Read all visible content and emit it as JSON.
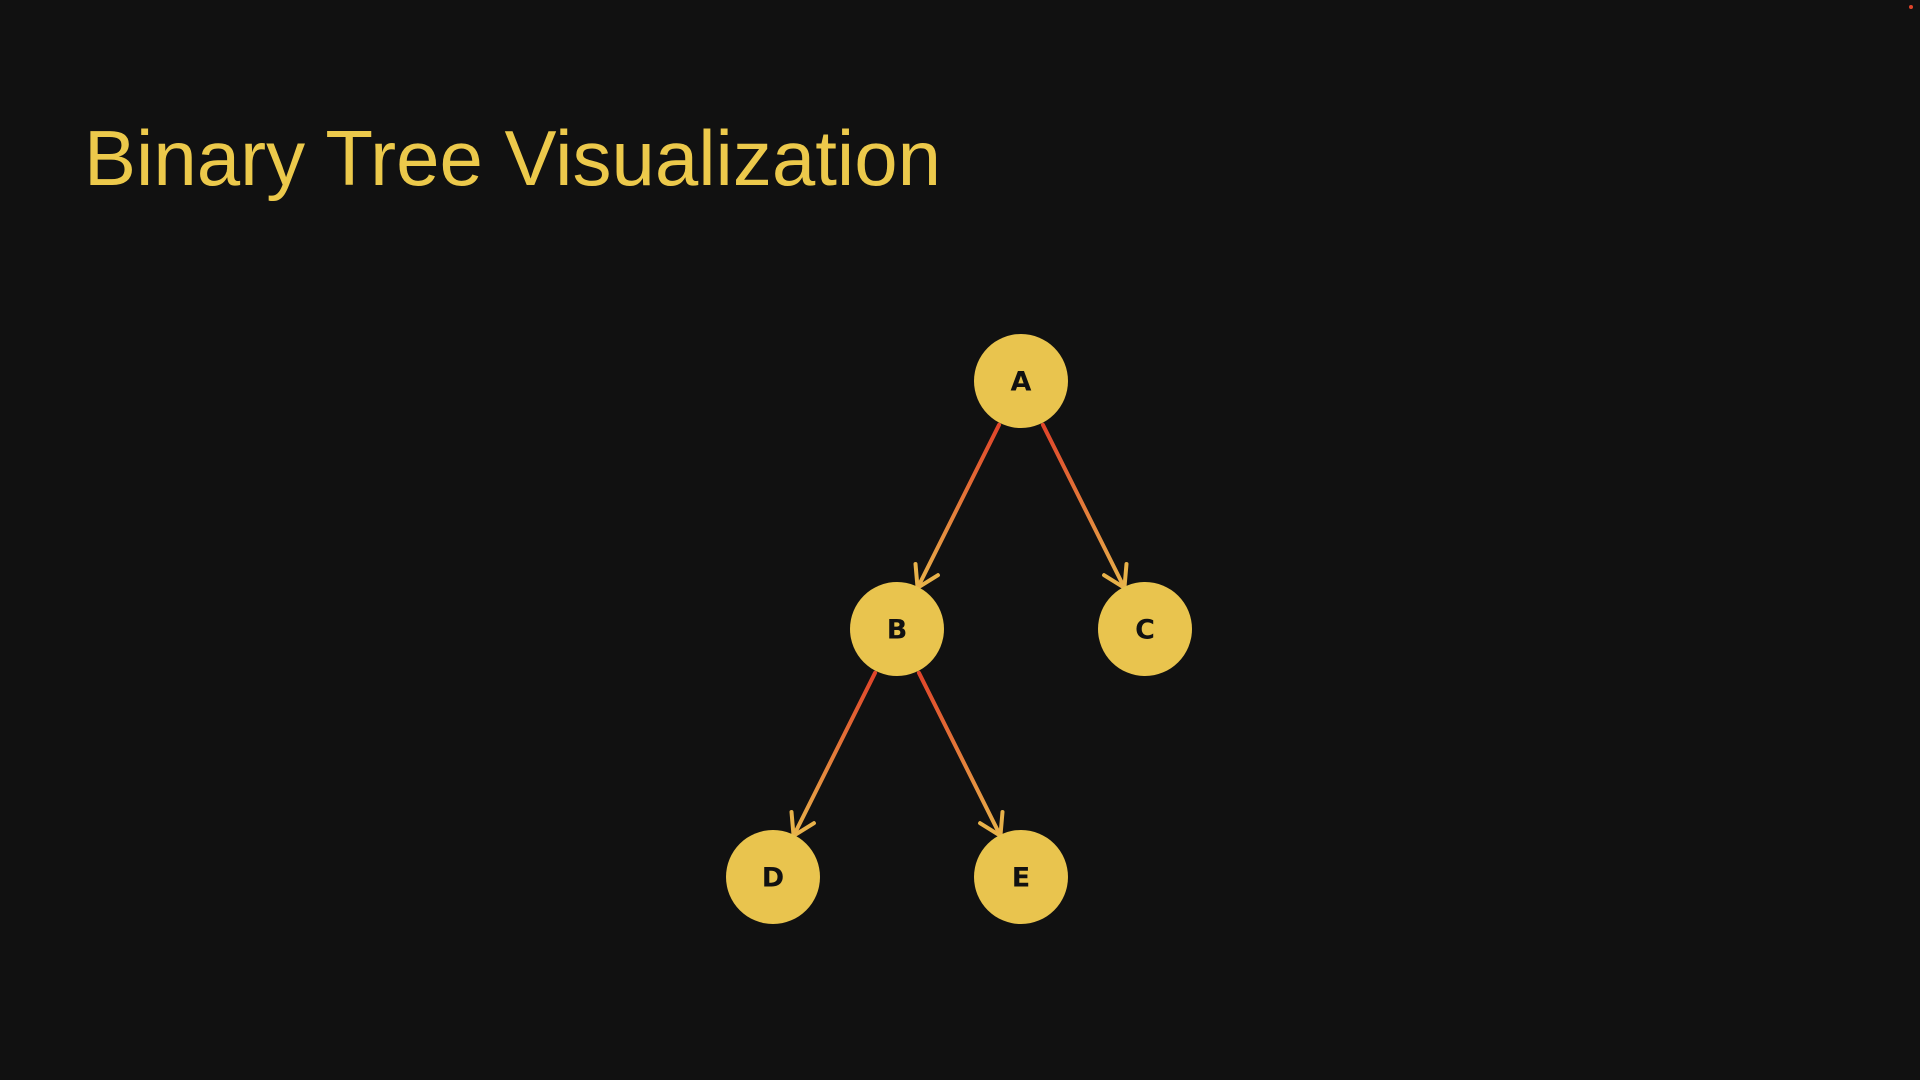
{
  "title": "Binary Tree Visualization",
  "colors": {
    "background": "#111111",
    "title": "#ecc94b",
    "node_fill": "#e9c44e",
    "node_text": "#111111",
    "edge_start": "#e0442a",
    "edge_end": "#e8b24a",
    "corner_dot": "#e0442a"
  },
  "tree": {
    "nodes": [
      {
        "id": "A",
        "label": "A"
      },
      {
        "id": "B",
        "label": "B"
      },
      {
        "id": "C",
        "label": "C"
      },
      {
        "id": "D",
        "label": "D"
      },
      {
        "id": "E",
        "label": "E"
      }
    ],
    "edges": [
      {
        "from": "A",
        "to": "B"
      },
      {
        "from": "A",
        "to": "C"
      },
      {
        "from": "B",
        "to": "D"
      },
      {
        "from": "B",
        "to": "E"
      }
    ]
  }
}
